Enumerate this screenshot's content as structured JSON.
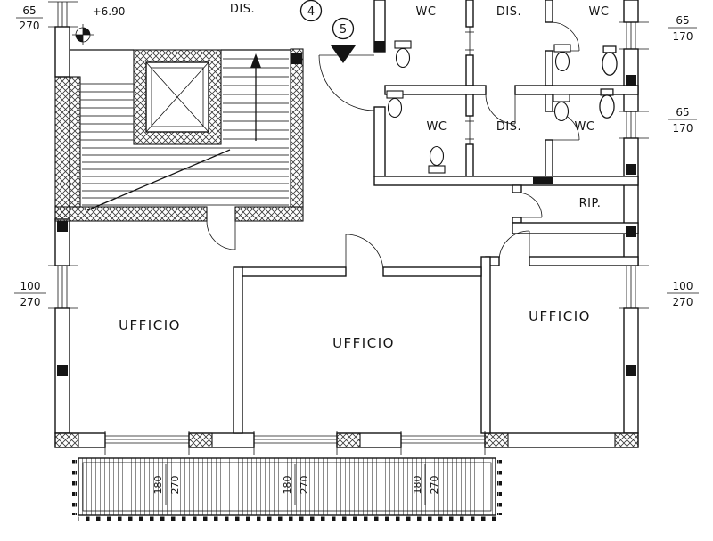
{
  "plan": {
    "elevation_label": "+6.90",
    "corridor_label": "DIS.",
    "markers": {
      "four": "4",
      "five": "5"
    },
    "rooms": {
      "wc_top_left": "WC",
      "dis_top": "DIS.",
      "wc_top_right": "WC",
      "wc_mid_left": "WC",
      "dis_mid": "DIS.",
      "wc_mid_right": "WC",
      "rip": "RIP.",
      "ufficio_left": "UFFICIO",
      "ufficio_center": "UFFICIO",
      "ufficio_right": "UFFICIO"
    },
    "dimensions": {
      "window_top_left": {
        "num": "65",
        "den": "270"
      },
      "window_right_upper": {
        "num": "65",
        "den": "170"
      },
      "window_right_mid": {
        "num": "65",
        "den": "170"
      },
      "window_left_main": {
        "num": "100",
        "den": "270"
      },
      "window_right_main": {
        "num": "100",
        "den": "270"
      },
      "balcony_window_1": {
        "num": "180",
        "den": "270"
      },
      "balcony_window_2": {
        "num": "180",
        "den": "270"
      },
      "balcony_window_3": {
        "num": "180",
        "den": "270"
      }
    }
  }
}
